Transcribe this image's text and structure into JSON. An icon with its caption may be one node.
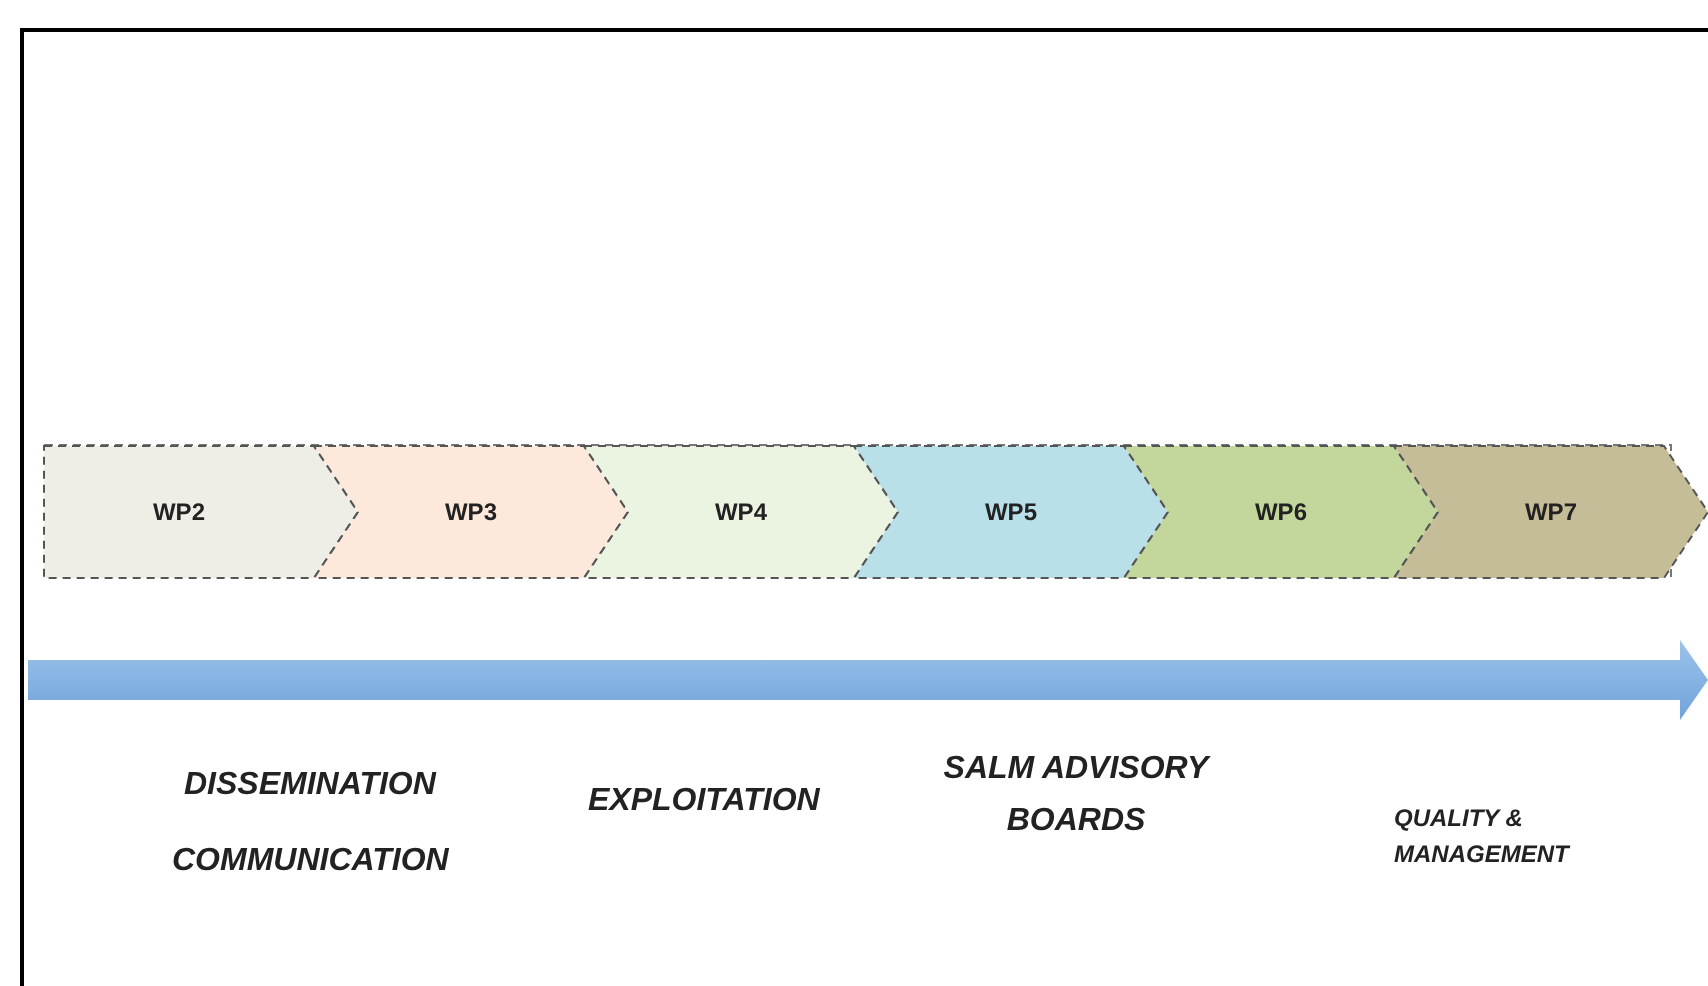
{
  "diagram": {
    "nodes": [
      {
        "text": [
          "WP2"
        ]
      },
      {
        "text": [
          "WP3"
        ]
      },
      {
        "text": [
          "WP4"
        ]
      },
      {
        "text": [
          "WP5"
        ]
      },
      {
        "text": [
          "WP6"
        ]
      },
      {
        "text": [
          "WP7"
        ]
      }
    ],
    "labels": [
      "DISSEMINATION",
      "COMMUNICATION",
      "EXPLOITATION",
      "SALM ADVISORY BOARDS",
      "QUALITY & MANAGEMENT"
    ]
  }
}
